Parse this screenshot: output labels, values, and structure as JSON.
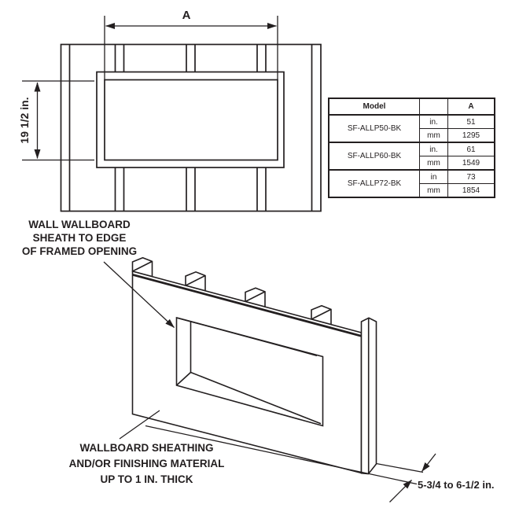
{
  "diagram": {
    "line_color": "#231f20",
    "front_view": {
      "width_dim_label": "A",
      "height_dim_label": "19 1/2 in."
    },
    "iso_view": {
      "framing_note": [
        "WALL WALLBOARD",
        "SHEATH TO EDGE",
        "OF FRAMED OPENING"
      ],
      "sheathing_note": [
        "WALLBOARD SHEATHING",
        "AND/OR FINISHING MATERIAL",
        "UP TO 1 IN. THICK"
      ],
      "depth_dim_label": "5-3/4 to 6-1/2 in."
    },
    "spec_table": {
      "headers": {
        "model": "Model",
        "unit": "",
        "dim": "A"
      },
      "groups": [
        {
          "model": "SF-ALLP50-BK",
          "rows": [
            {
              "unit": "in.",
              "value": "51"
            },
            {
              "unit": "mm",
              "value": "1295"
            }
          ]
        },
        {
          "model": "SF-ALLP60-BK",
          "rows": [
            {
              "unit": "in.",
              "value": "61"
            },
            {
              "unit": "mm",
              "value": "1549"
            }
          ]
        },
        {
          "model": "SF-ALLP72-BK",
          "rows": [
            {
              "unit": "in",
              "value": "73"
            },
            {
              "unit": "mm",
              "value": "1854"
            }
          ]
        }
      ]
    }
  }
}
